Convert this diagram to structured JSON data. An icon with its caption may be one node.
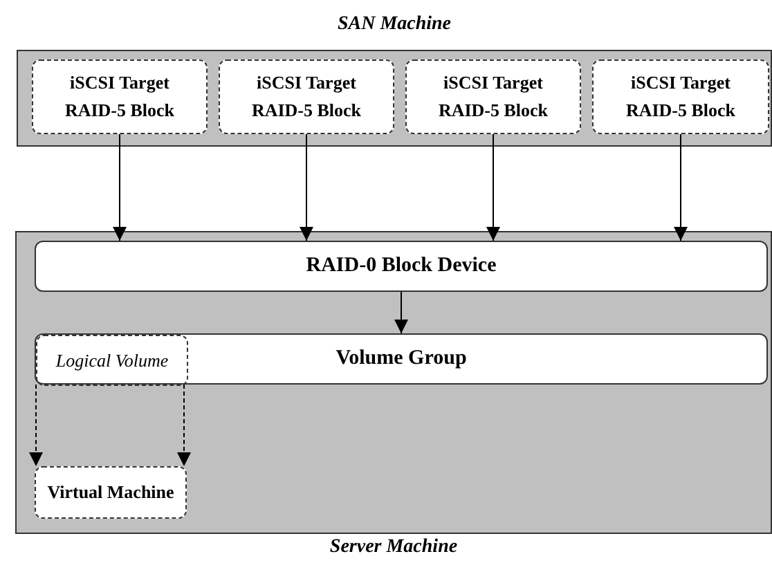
{
  "diagram": {
    "nodes": [
      {
        "text": [
          "SAN Machine"
        ]
      },
      {
        "text": [
          "iSCSI Target",
          "RAID-5 Block"
        ],
        "in": 0
      },
      {
        "text": [
          "iSCSI Target",
          "RAID-5 Block"
        ],
        "in": 0
      },
      {
        "text": [
          "iSCSI Target",
          "RAID-5 Block"
        ],
        "in": 0
      },
      {
        "text": [
          "iSCSI Target",
          "RAID-5 Block"
        ],
        "in": 0
      },
      {
        "text": [
          "Server Machine"
        ]
      },
      {
        "text": [
          "RAID-0 Block Device"
        ],
        "in": 5
      },
      {
        "text": [
          "Volume Group"
        ],
        "in": 5
      },
      {
        "text": [
          "Logical Volume"
        ],
        "in": 7
      },
      {
        "text": [
          "Virtual Machine"
        ],
        "in": 5
      }
    ],
    "edges": [
      {
        "from": 1,
        "to": 6,
        "arrow": "to"
      },
      {
        "from": 2,
        "to": 6,
        "arrow": "to"
      },
      {
        "from": 3,
        "to": 6,
        "arrow": "to"
      },
      {
        "from": 4,
        "to": 6,
        "arrow": "to"
      },
      {
        "from": 6,
        "to": 7,
        "arrow": "to"
      },
      {
        "from": 8,
        "to": 9,
        "arrow": "to",
        "style": "dashed"
      },
      {
        "from": 8,
        "to": 9,
        "arrow": "to",
        "style": "dashed"
      }
    ]
  }
}
